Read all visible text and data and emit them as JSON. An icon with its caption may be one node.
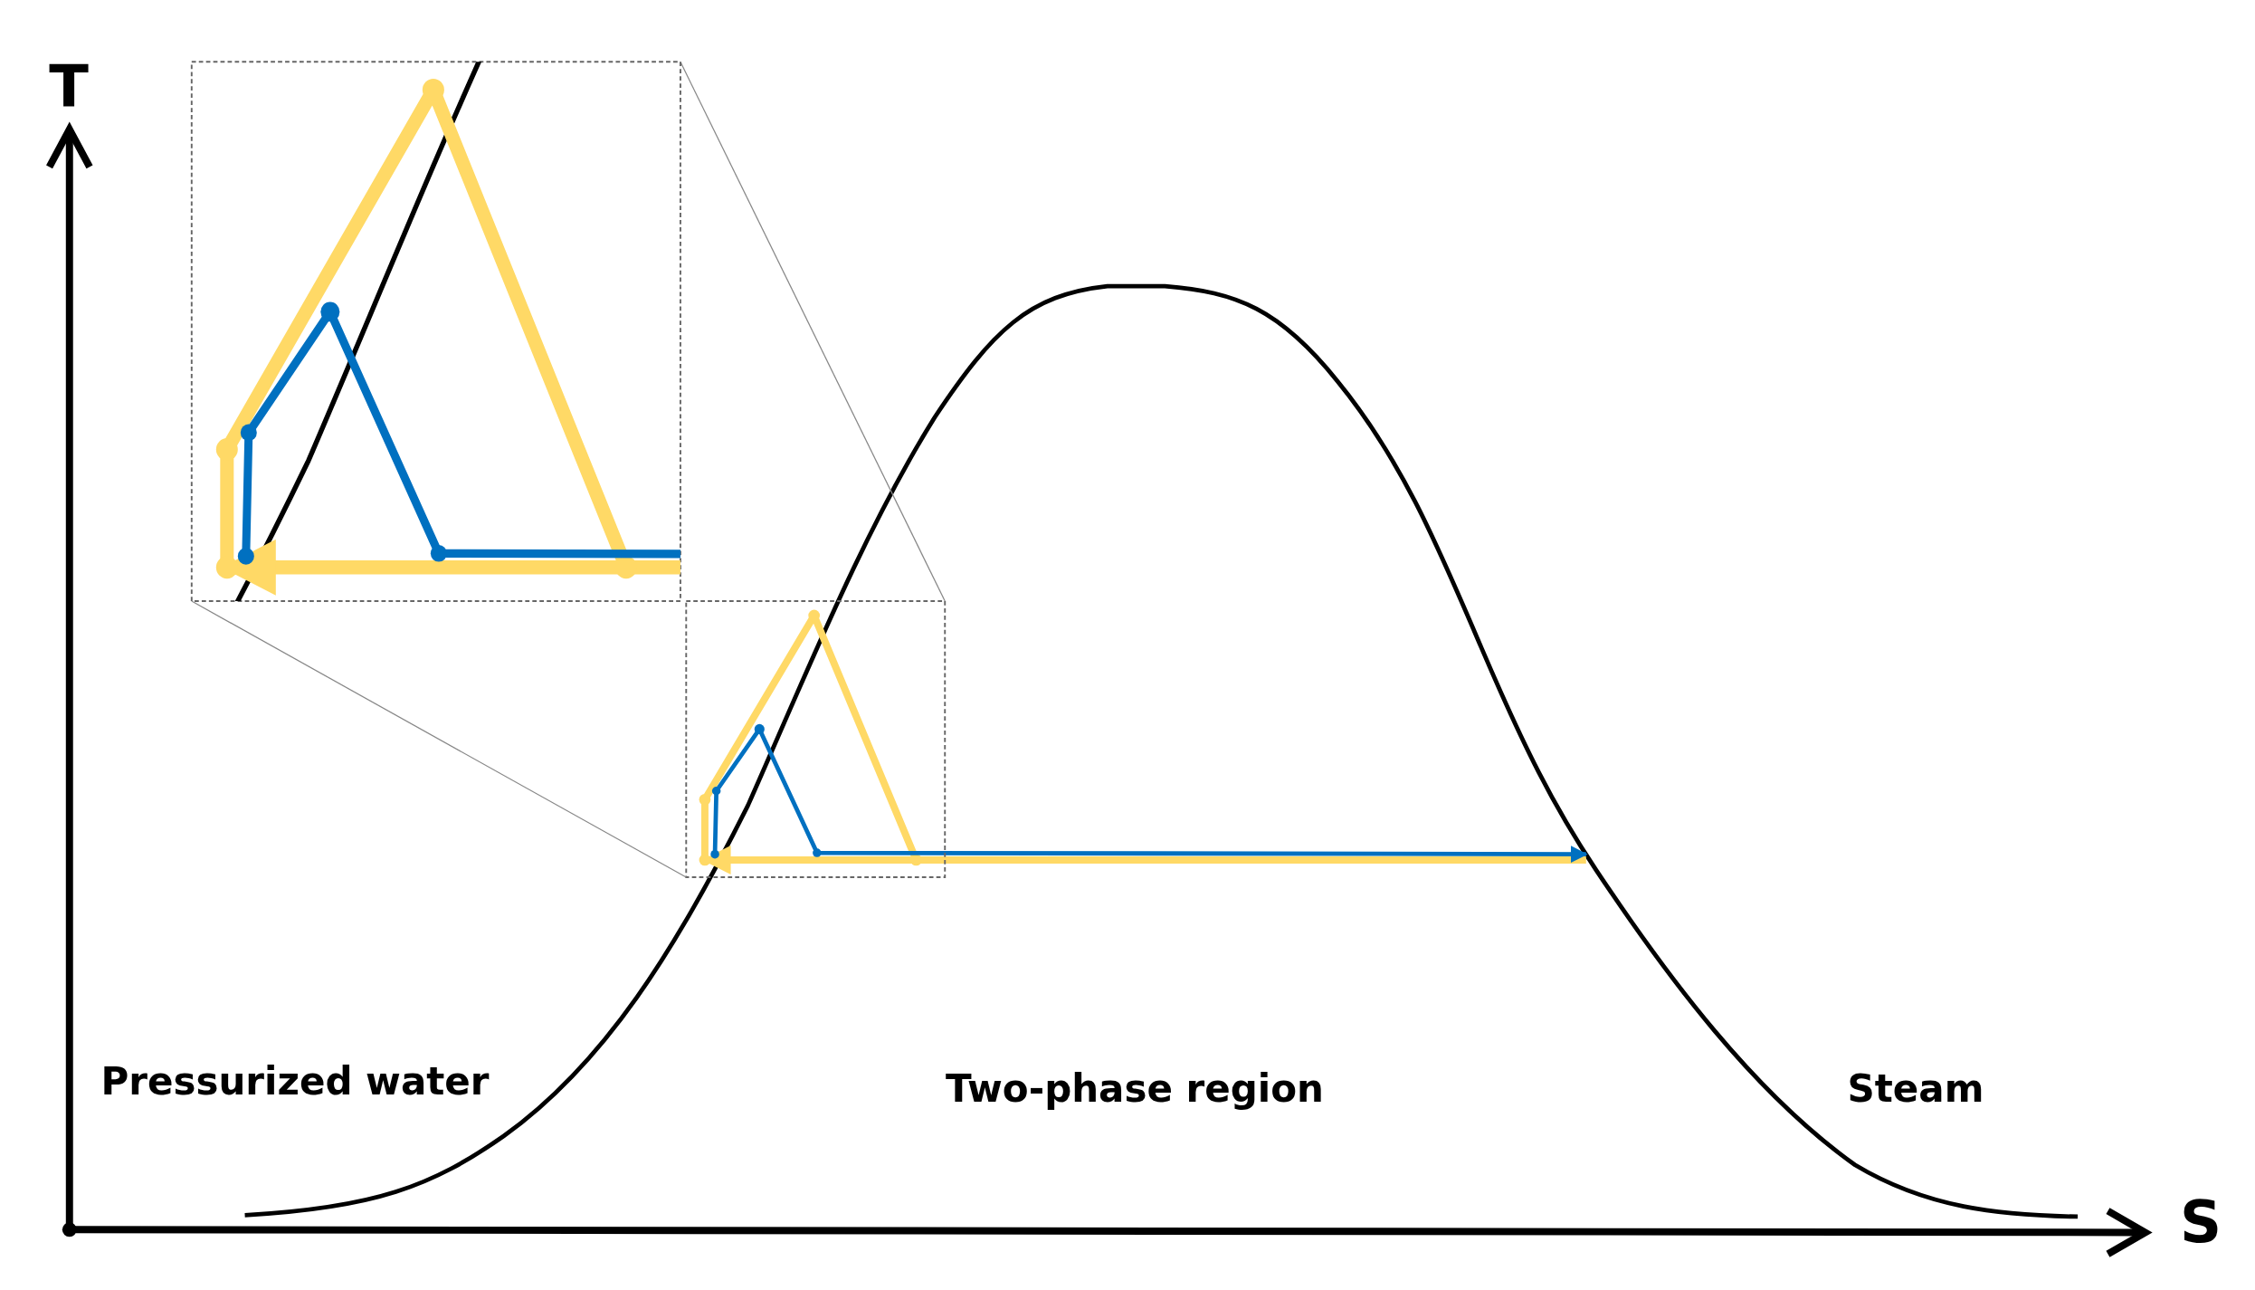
{
  "diagram": {
    "labels": [
      "T",
      "S",
      "Pressurized water",
      "Two-phase region",
      "Steam"
    ]
  }
}
